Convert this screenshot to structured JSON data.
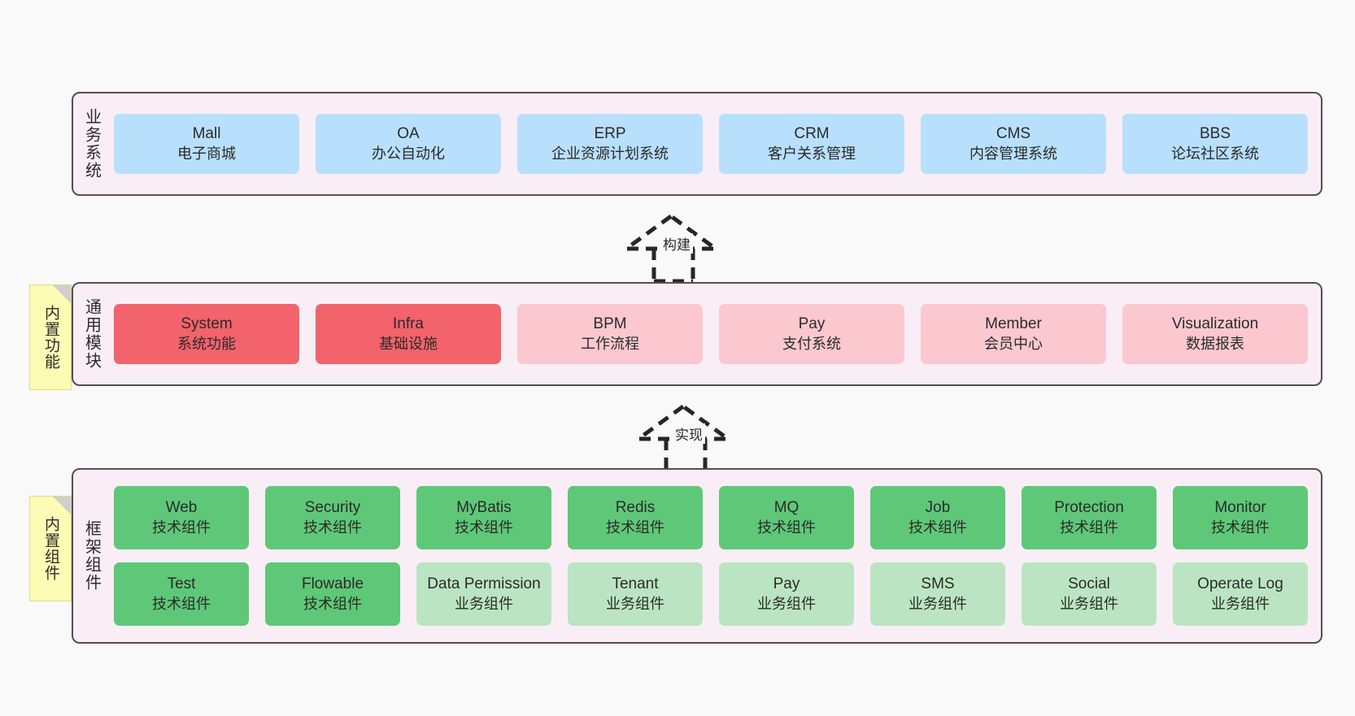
{
  "diagram": {
    "title": "",
    "background": "#f9f9f9",
    "container_fill": "#faeef6",
    "container_border": "#584a57",
    "note_fill": "#fdfbb4"
  },
  "layers": [
    {
      "id": "business-system",
      "label": "业务系统",
      "note": null,
      "rows": [
        {
          "color": "#b8dffc",
          "cells": [
            {
              "t1": "Mall",
              "t2": "电子商城"
            },
            {
              "t1": "OA",
              "t2": "办公自动化"
            },
            {
              "t1": "ERP",
              "t2": "企业资源计划系统"
            },
            {
              "t1": "CRM",
              "t2": "客户关系管理"
            },
            {
              "t1": "CMS",
              "t2": "内容管理系统"
            },
            {
              "t1": "BBS",
              "t2": "论坛社区系统"
            }
          ]
        }
      ]
    },
    {
      "id": "common-module",
      "label": "通用模块",
      "note": "内置功能",
      "rows": [
        {
          "color": "#fbc8cf",
          "cells": [
            {
              "t1": "System",
              "t2": "系统功能",
              "color": "#f2636b"
            },
            {
              "t1": "Infra",
              "t2": "基础设施",
              "color": "#f2636b"
            },
            {
              "t1": "BPM",
              "t2": "工作流程"
            },
            {
              "t1": "Pay",
              "t2": "支付系统"
            },
            {
              "t1": "Member",
              "t2": "会员中心"
            },
            {
              "t1": "Visualization",
              "t2": "数据报表"
            }
          ]
        }
      ]
    },
    {
      "id": "framework-component",
      "label": "框架组件",
      "note": "内置组件",
      "rows": [
        {
          "color": "#5fc878",
          "cells": [
            {
              "t1": "Web",
              "t2": "技术组件"
            },
            {
              "t1": "Security",
              "t2": "技术组件"
            },
            {
              "t1": "MyBatis",
              "t2": "技术组件"
            },
            {
              "t1": "Redis",
              "t2": "技术组件"
            },
            {
              "t1": "MQ",
              "t2": "技术组件"
            },
            {
              "t1": "Job",
              "t2": "技术组件"
            },
            {
              "t1": "Protection",
              "t2": "技术组件"
            },
            {
              "t1": "Monitor",
              "t2": "技术组件"
            }
          ]
        },
        {
          "color": "#bbe5c2",
          "cells": [
            {
              "t1": "Test",
              "t2": "技术组件",
              "color": "#5fc878"
            },
            {
              "t1": "Flowable",
              "t2": "技术组件",
              "color": "#5fc878"
            },
            {
              "t1": "Data Permission",
              "t2": "业务组件"
            },
            {
              "t1": "Tenant",
              "t2": "业务组件"
            },
            {
              "t1": "Pay",
              "t2": "业务组件"
            },
            {
              "t1": "SMS",
              "t2": "业务组件"
            },
            {
              "t1": "Social",
              "t2": "业务组件"
            },
            {
              "t1": "Operate Log",
              "t2": "业务组件"
            }
          ]
        }
      ]
    }
  ],
  "connectors": [
    {
      "id": "build",
      "label": "构建",
      "style": "dashed-generalization"
    },
    {
      "id": "implement",
      "label": "实现",
      "style": "dashed-generalization"
    }
  ]
}
